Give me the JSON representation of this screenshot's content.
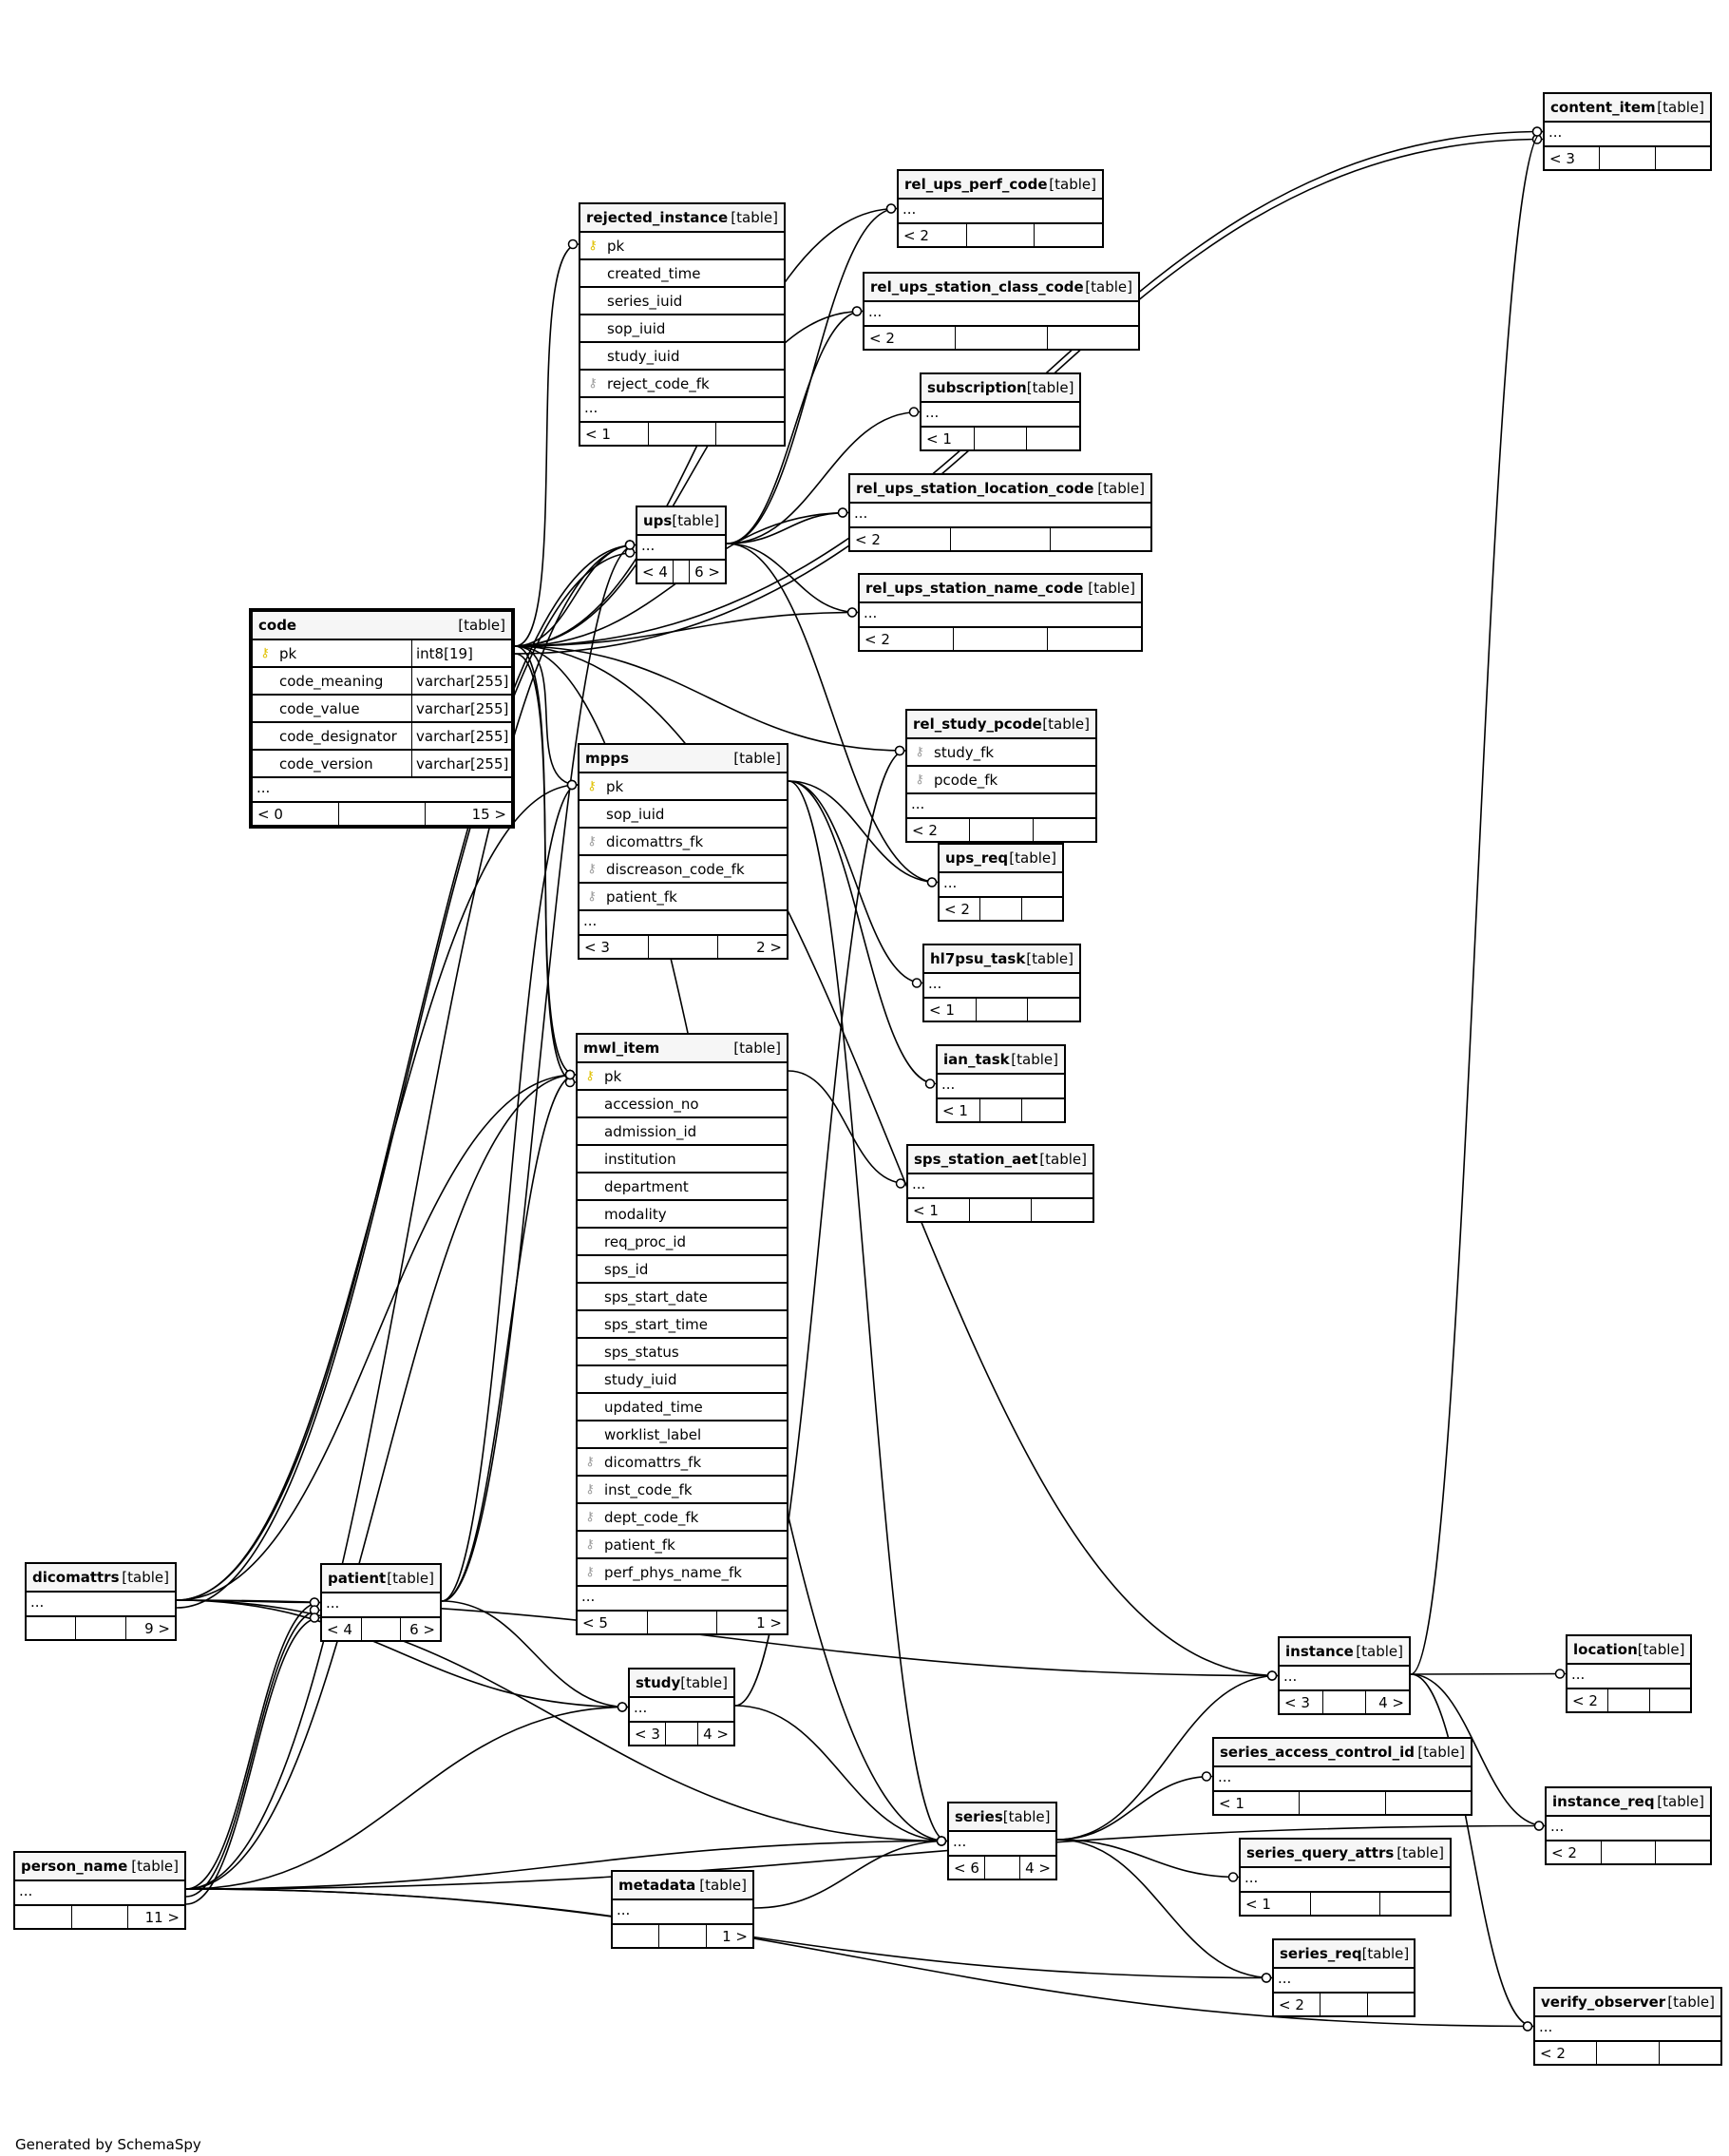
{
  "diagram": {
    "footer": "Generated by SchemaSpy",
    "table_tag": "[table]",
    "more": "...",
    "tables": [
      {
        "id": "content_item",
        "name": "content_item",
        "incoming": "< 3",
        "outgoing": ""
      },
      {
        "id": "rel_ups_perf_code",
        "name": "rel_ups_perf_code",
        "incoming": "< 2",
        "outgoing": ""
      },
      {
        "id": "rejected_instance",
        "name": "rejected_instance",
        "incoming": "< 1",
        "outgoing": "",
        "columns": [
          {
            "name": "pk",
            "key": "pk"
          },
          {
            "name": "created_time",
            "key": ""
          },
          {
            "name": "series_iuid",
            "key": ""
          },
          {
            "name": "sop_iuid",
            "key": ""
          },
          {
            "name": "study_iuid",
            "key": ""
          },
          {
            "name": "reject_code_fk",
            "key": "fk"
          }
        ]
      },
      {
        "id": "rel_ups_station_class_code",
        "name": "rel_ups_station_class_code",
        "incoming": "< 2",
        "outgoing": ""
      },
      {
        "id": "subscription",
        "name": "subscription",
        "incoming": "< 1",
        "outgoing": ""
      },
      {
        "id": "rel_ups_station_location_code",
        "name": "rel_ups_station_location_code",
        "incoming": "< 2",
        "outgoing": ""
      },
      {
        "id": "ups",
        "name": "ups",
        "incoming": "< 4",
        "outgoing": "6 >"
      },
      {
        "id": "rel_ups_station_name_code",
        "name": "rel_ups_station_name_code",
        "incoming": "< 2",
        "outgoing": ""
      },
      {
        "id": "code",
        "name": "code",
        "incoming": "< 0",
        "outgoing": "15 >",
        "columns": [
          {
            "name": "pk",
            "key": "pk",
            "type": "int8[19]"
          },
          {
            "name": "code_meaning",
            "key": "",
            "type": "varchar[255]"
          },
          {
            "name": "code_value",
            "key": "",
            "type": "varchar[255]"
          },
          {
            "name": "code_designator",
            "key": "",
            "type": "varchar[255]"
          },
          {
            "name": "code_version",
            "key": "",
            "type": "varchar[255]"
          }
        ]
      },
      {
        "id": "rel_study_pcode",
        "name": "rel_study_pcode",
        "incoming": "< 2",
        "outgoing": "",
        "columns": [
          {
            "name": "study_fk",
            "key": "fk"
          },
          {
            "name": "pcode_fk",
            "key": "fk"
          }
        ]
      },
      {
        "id": "mpps",
        "name": "mpps",
        "incoming": "< 3",
        "outgoing": "2 >",
        "columns": [
          {
            "name": "pk",
            "key": "pk"
          },
          {
            "name": "sop_iuid",
            "key": ""
          },
          {
            "name": "dicomattrs_fk",
            "key": "fk"
          },
          {
            "name": "discreason_code_fk",
            "key": "fk"
          },
          {
            "name": "patient_fk",
            "key": "fk"
          }
        ]
      },
      {
        "id": "ups_req",
        "name": "ups_req",
        "incoming": "< 2",
        "outgoing": ""
      },
      {
        "id": "hl7psu_task",
        "name": "hl7psu_task",
        "incoming": "< 1",
        "outgoing": ""
      },
      {
        "id": "ian_task",
        "name": "ian_task",
        "incoming": "< 1",
        "outgoing": ""
      },
      {
        "id": "sps_station_aet",
        "name": "sps_station_aet",
        "incoming": "< 1",
        "outgoing": ""
      },
      {
        "id": "mwl_item",
        "name": "mwl_item",
        "incoming": "< 5",
        "outgoing": "1 >",
        "columns": [
          {
            "name": "pk",
            "key": "pk"
          },
          {
            "name": "accession_no",
            "key": ""
          },
          {
            "name": "admission_id",
            "key": ""
          },
          {
            "name": "institution",
            "key": ""
          },
          {
            "name": "department",
            "key": ""
          },
          {
            "name": "modality",
            "key": ""
          },
          {
            "name": "req_proc_id",
            "key": ""
          },
          {
            "name": "sps_id",
            "key": ""
          },
          {
            "name": "sps_start_date",
            "key": ""
          },
          {
            "name": "sps_start_time",
            "key": ""
          },
          {
            "name": "sps_status",
            "key": ""
          },
          {
            "name": "study_iuid",
            "key": ""
          },
          {
            "name": "updated_time",
            "key": ""
          },
          {
            "name": "worklist_label",
            "key": ""
          },
          {
            "name": "dicomattrs_fk",
            "key": "fk"
          },
          {
            "name": "inst_code_fk",
            "key": "fk"
          },
          {
            "name": "dept_code_fk",
            "key": "fk"
          },
          {
            "name": "patient_fk",
            "key": "fk"
          },
          {
            "name": "perf_phys_name_fk",
            "key": "fk"
          }
        ]
      },
      {
        "id": "dicomattrs",
        "name": "dicomattrs",
        "incoming": "",
        "outgoing": "9 >"
      },
      {
        "id": "patient",
        "name": "patient",
        "incoming": "< 4",
        "outgoing": "6 >"
      },
      {
        "id": "study",
        "name": "study",
        "incoming": "< 3",
        "outgoing": "4 >"
      },
      {
        "id": "instance",
        "name": "instance",
        "incoming": "< 3",
        "outgoing": "4 >"
      },
      {
        "id": "location",
        "name": "location",
        "incoming": "< 2",
        "outgoing": ""
      },
      {
        "id": "series_access_control_id",
        "name": "series_access_control_id",
        "incoming": "< 1",
        "outgoing": ""
      },
      {
        "id": "series",
        "name": "series",
        "incoming": "< 6",
        "outgoing": "4 >"
      },
      {
        "id": "instance_req",
        "name": "instance_req",
        "incoming": "< 2",
        "outgoing": ""
      },
      {
        "id": "series_query_attrs",
        "name": "series_query_attrs",
        "incoming": "< 1",
        "outgoing": ""
      },
      {
        "id": "person_name",
        "name": "person_name",
        "incoming": "",
        "outgoing": "11 >"
      },
      {
        "id": "metadata",
        "name": "metadata",
        "incoming": "",
        "outgoing": "1 >"
      },
      {
        "id": "series_req",
        "name": "series_req",
        "incoming": "< 2",
        "outgoing": ""
      },
      {
        "id": "verify_observer",
        "name": "verify_observer",
        "incoming": "< 2",
        "outgoing": ""
      }
    ],
    "relationships": [
      [
        "code",
        "content_item"
      ],
      [
        "code",
        "content_item"
      ],
      [
        "code",
        "rel_ups_perf_code"
      ],
      [
        "code",
        "rejected_instance"
      ],
      [
        "code",
        "rel_ups_station_class_code"
      ],
      [
        "code",
        "rel_ups_station_location_code"
      ],
      [
        "code",
        "rel_ups_station_name_code"
      ],
      [
        "code",
        "ups"
      ],
      [
        "code",
        "rel_study_pcode"
      ],
      [
        "code",
        "mpps"
      ],
      [
        "code",
        "mwl_item"
      ],
      [
        "code",
        "mwl_item"
      ],
      [
        "code",
        "instance"
      ],
      [
        "code",
        "series"
      ],
      [
        "ups",
        "rel_ups_perf_code"
      ],
      [
        "ups",
        "rel_ups_station_class_code"
      ],
      [
        "ups",
        "subscription"
      ],
      [
        "ups",
        "rel_ups_station_location_code"
      ],
      [
        "ups",
        "rel_ups_station_name_code"
      ],
      [
        "ups",
        "ups_req"
      ],
      [
        "mpps",
        "ups_req"
      ],
      [
        "mpps",
        "hl7psu_task"
      ],
      [
        "mpps",
        "ian_task"
      ],
      [
        "mpps",
        "series"
      ],
      [
        "mwl_item",
        "sps_station_aet"
      ],
      [
        "dicomattrs",
        "ups"
      ],
      [
        "dicomattrs",
        "mpps"
      ],
      [
        "dicomattrs",
        "patient"
      ],
      [
        "dicomattrs",
        "mwl_item"
      ],
      [
        "dicomattrs",
        "study"
      ],
      [
        "dicomattrs",
        "series"
      ],
      [
        "dicomattrs",
        "instance"
      ],
      [
        "dicomattrs",
        "ups"
      ],
      [
        "patient",
        "ups"
      ],
      [
        "patient",
        "mpps"
      ],
      [
        "patient",
        "mwl_item"
      ],
      [
        "patient",
        "study"
      ],
      [
        "person_name",
        "patient"
      ],
      [
        "person_name",
        "patient"
      ],
      [
        "person_name",
        "patient"
      ],
      [
        "person_name",
        "mwl_item"
      ],
      [
        "person_name",
        "study"
      ],
      [
        "person_name",
        "series"
      ],
      [
        "person_name",
        "series_req"
      ],
      [
        "person_name",
        "instance_req"
      ],
      [
        "person_name",
        "verify_observer"
      ],
      [
        "person_name",
        "ups"
      ],
      [
        "study",
        "rel_study_pcode"
      ],
      [
        "study",
        "series"
      ],
      [
        "metadata",
        "series"
      ],
      [
        "series",
        "instance"
      ],
      [
        "series",
        "series_access_control_id"
      ],
      [
        "series",
        "series_query_attrs"
      ],
      [
        "series",
        "series_req"
      ],
      [
        "instance",
        "content_item"
      ],
      [
        "instance",
        "location"
      ],
      [
        "instance",
        "instance_req"
      ],
      [
        "instance",
        "verify_observer"
      ]
    ]
  }
}
